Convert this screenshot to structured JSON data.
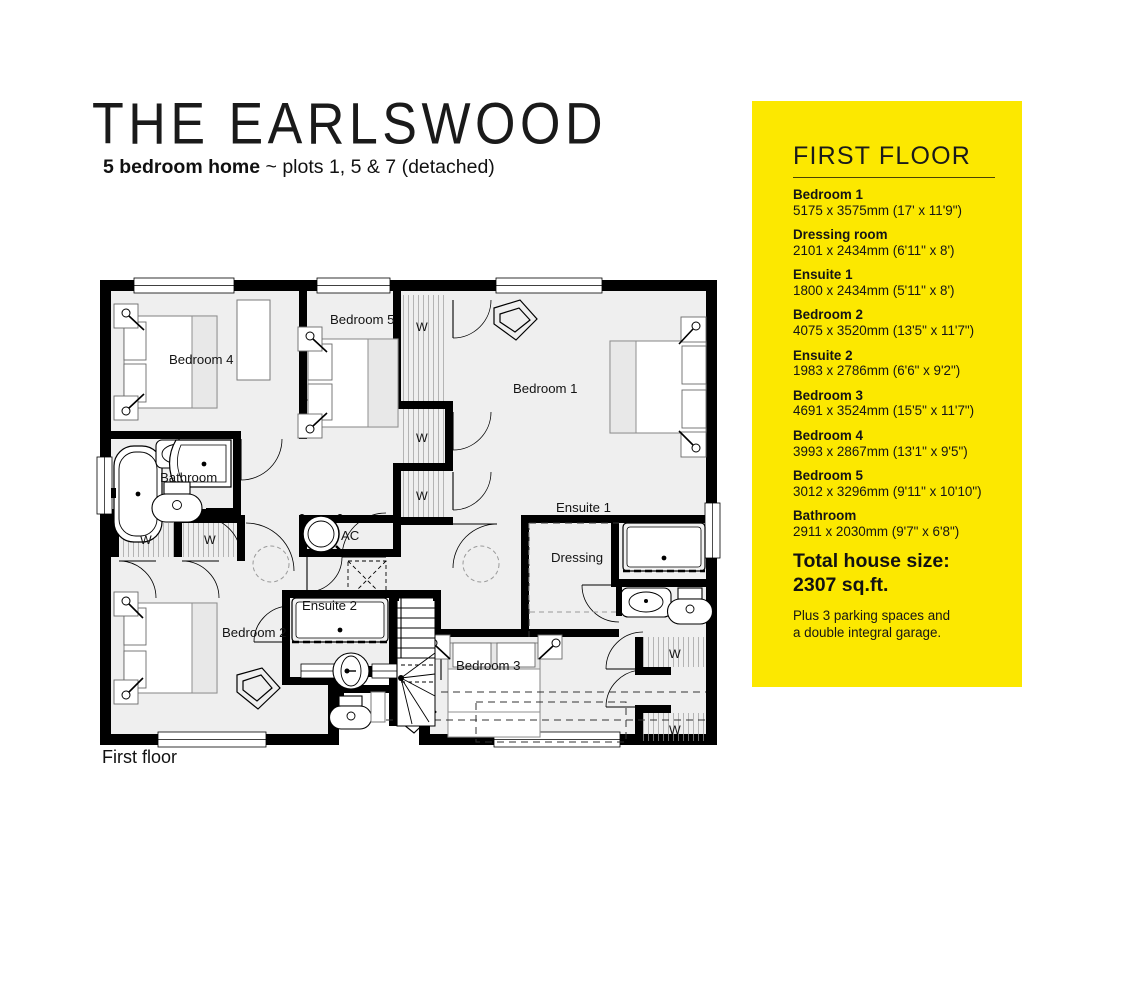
{
  "header": {
    "title": "THE EARLSWOOD",
    "subtitle_bold": "5 bedroom home",
    "subtitle_regular": " ~ plots 1, 5 & 7 (detached)"
  },
  "floor_caption": "First floor",
  "panel": {
    "heading": "FIRST FLOOR",
    "accent_color": "#fce800",
    "rooms": [
      {
        "name": "Bedroom 1",
        "dimensions": "5175 x 3575mm (17' x 11'9\")"
      },
      {
        "name": "Dressing room",
        "dimensions": "2101 x 2434mm (6'11\" x 8')"
      },
      {
        "name": "Ensuite 1",
        "dimensions": "1800 x 2434mm (5'11\" x 8')"
      },
      {
        "name": "Bedroom 2",
        "dimensions": "4075 x 3520mm (13'5\" x 11'7\")"
      },
      {
        "name": "Ensuite 2",
        "dimensions": "1983 x 2786mm (6'6\" x 9'2\")"
      },
      {
        "name": "Bedroom 3",
        "dimensions": "4691 x 3524mm (15'5\" x 11'7\")"
      },
      {
        "name": "Bedroom 4",
        "dimensions": "3993 x 2867mm (13'1\" x 9'5\")"
      },
      {
        "name": "Bedroom 5",
        "dimensions": "3012 x 3296mm (9'11\" x 10'10\")"
      },
      {
        "name": "Bathroom",
        "dimensions": "2911 x 2030mm (9'7\" x 6'8\")"
      }
    ],
    "total_label": "Total house size:\n2307 sq.ft.",
    "total_note": "Plus 3 parking spaces and\na double integral garage."
  },
  "plan_labels": {
    "bedroom_4": "Bedroom 4",
    "bedroom_5": "Bedroom 5",
    "bedroom_1": "Bedroom 1",
    "bedroom_2": "Bedroom 2",
    "bedroom_3": "Bedroom 3",
    "bathroom": "Bathroom",
    "ensuite_1": "Ensuite 1",
    "ensuite_2": "Ensuite 2",
    "dressing": "Dressing",
    "ac": "AC",
    "wardrobe": "W"
  }
}
